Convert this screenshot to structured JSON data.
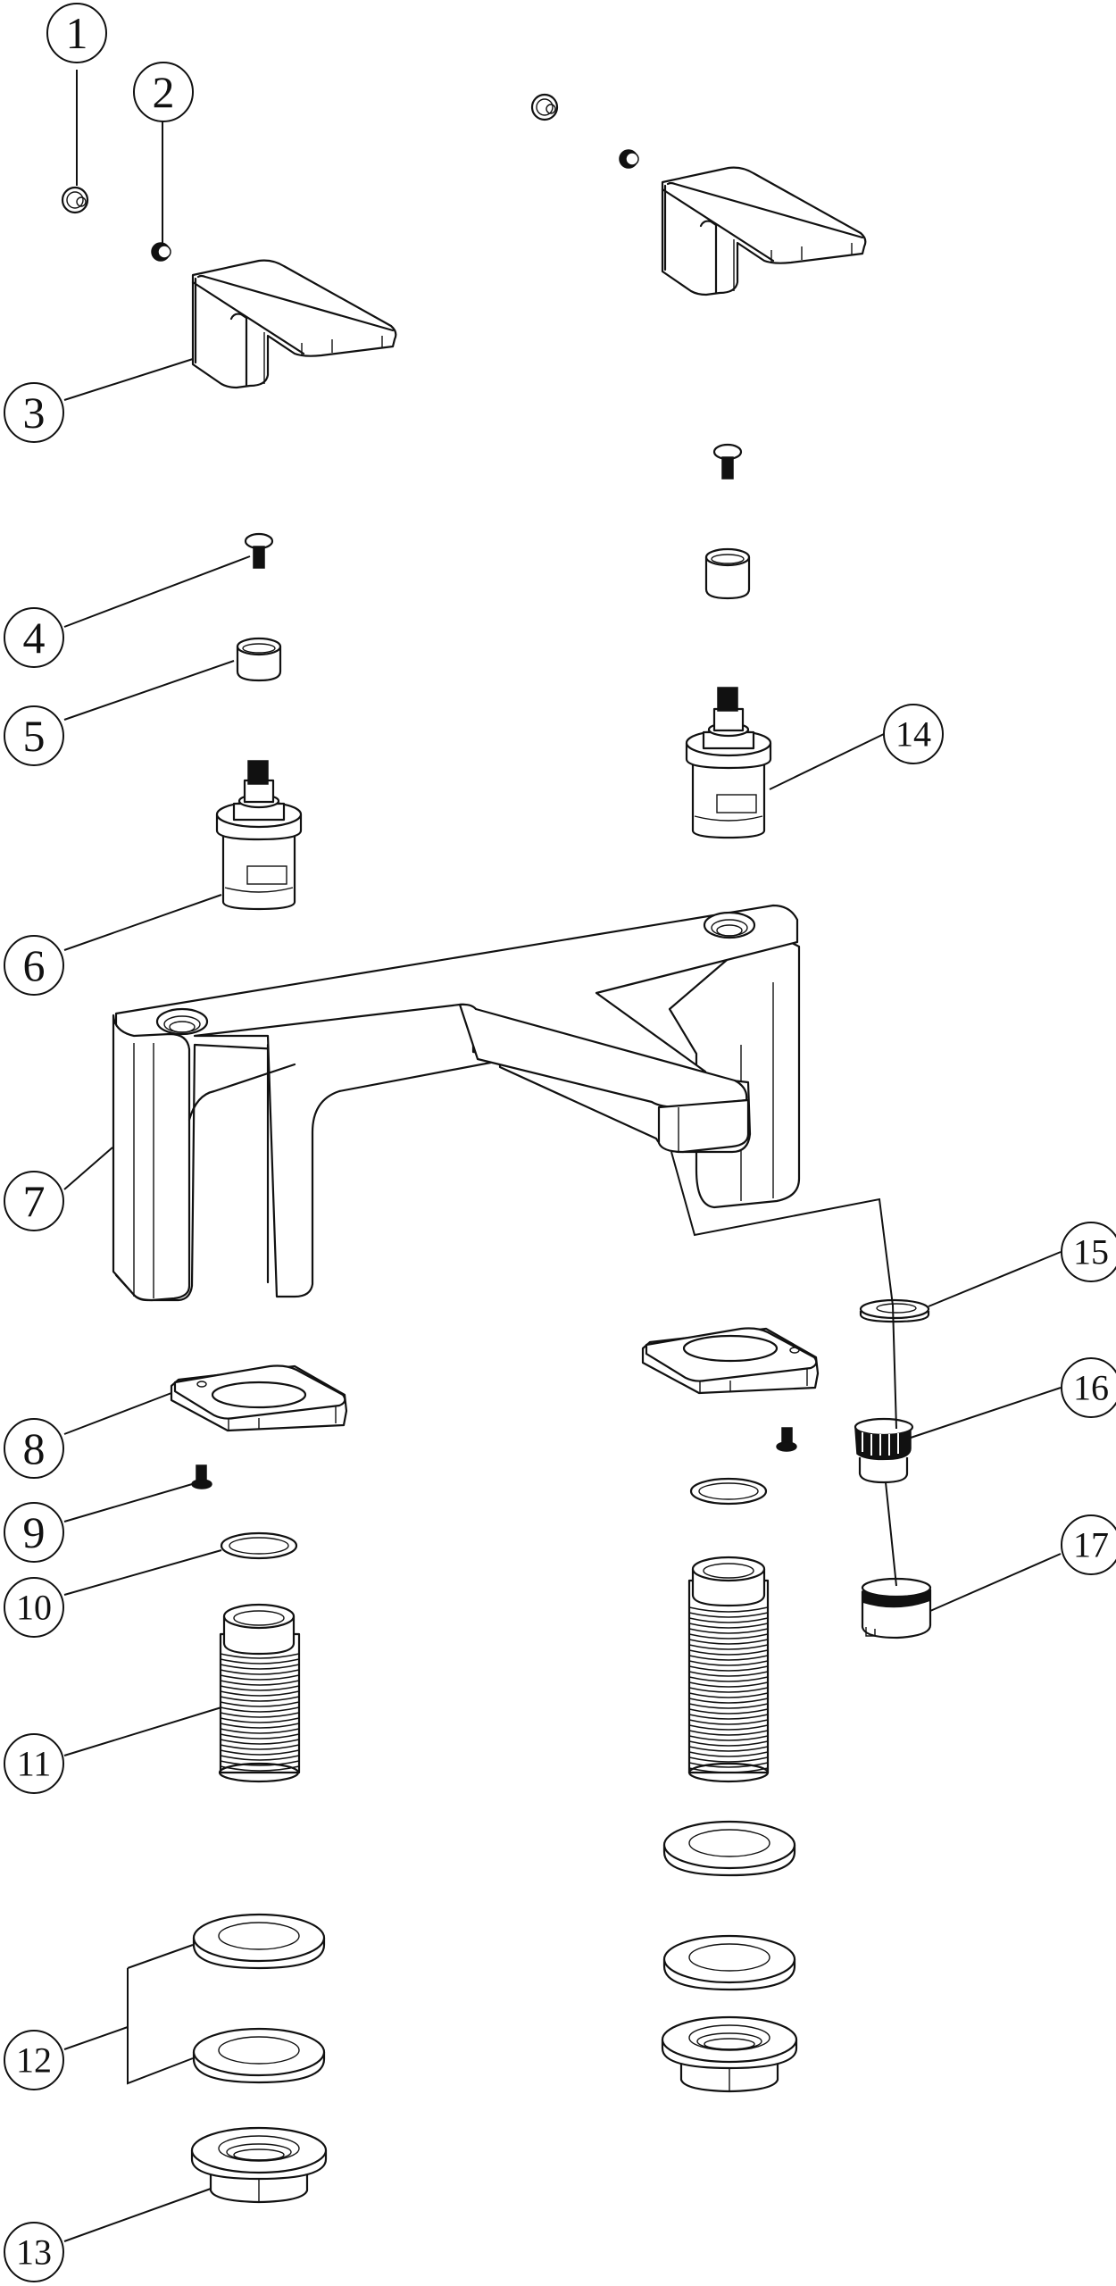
{
  "diagram": {
    "type": "exploded-parts-view",
    "subject": "two-handle deck-mounted faucet",
    "callouts": [
      {
        "id": "1",
        "label": "1",
        "part": "cap-plug"
      },
      {
        "id": "2",
        "label": "2",
        "part": "set-screw"
      },
      {
        "id": "3",
        "label": "3",
        "part": "handle"
      },
      {
        "id": "4",
        "label": "4",
        "part": "handle-screw"
      },
      {
        "id": "5",
        "label": "5",
        "part": "adapter-sleeve"
      },
      {
        "id": "6",
        "label": "6",
        "part": "valve-cartridge"
      },
      {
        "id": "7",
        "label": "7",
        "part": "faucet-body"
      },
      {
        "id": "8",
        "label": "8",
        "part": "base-plate"
      },
      {
        "id": "9",
        "label": "9",
        "part": "base-screw"
      },
      {
        "id": "10",
        "label": "10",
        "part": "o-ring"
      },
      {
        "id": "11",
        "label": "11",
        "part": "threaded-shank"
      },
      {
        "id": "12",
        "label": "12",
        "part": "washers"
      },
      {
        "id": "13",
        "label": "13",
        "part": "lock-nut"
      },
      {
        "id": "14",
        "label": "14",
        "part": "valve-cartridge"
      },
      {
        "id": "15",
        "label": "15",
        "part": "aerator-washer"
      },
      {
        "id": "16",
        "label": "16",
        "part": "aerator-insert"
      },
      {
        "id": "17",
        "label": "17",
        "part": "aerator-housing"
      }
    ]
  }
}
